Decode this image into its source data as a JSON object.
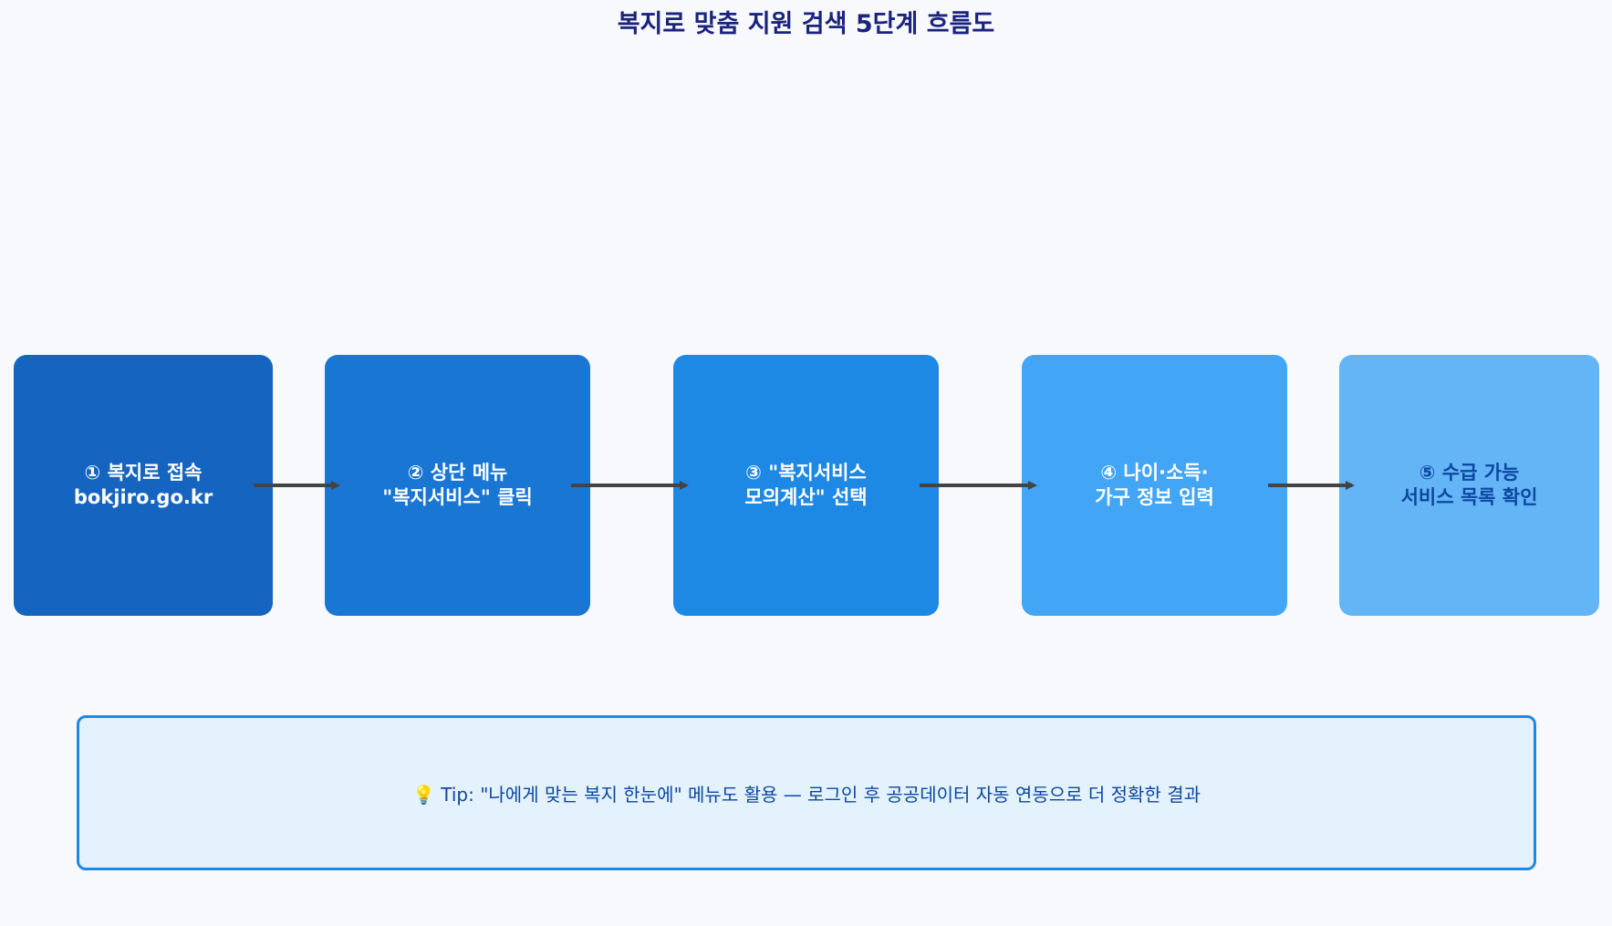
{
  "title": "복지로 맞춤 지원 검색 5단계 흐름도",
  "steps": [
    {
      "line1": "① 복지로 접속",
      "line2": "bokjiro.go.kr",
      "color": "#1565c0",
      "text_color": "#ffffff"
    },
    {
      "line1": "② 상단 메뉴",
      "line2": "\"복지서비스\" 클릭",
      "color": "#1976d2",
      "text_color": "#ffffff"
    },
    {
      "line1": "③ \"복지서비스",
      "line2": "모의계산\" 선택",
      "color": "#1e88e5",
      "text_color": "#ffffff"
    },
    {
      "line1": "④ 나이·소득·",
      "line2": "가구 정보 입력",
      "color": "#42a5f5",
      "text_color": "#ffffff"
    },
    {
      "line1": "⑤ 수급 가능",
      "line2": "서비스 목록 확인",
      "color": "#64b5f6",
      "text_color": "#0d47a1"
    }
  ],
  "tip": "💡 Tip: \"나에게 맞는 복지 한눈에\" 메뉴도 활용 — 로그인 후 공공데이터 자동 연동으로 더 정확한 결과",
  "colors": {
    "title": "#1a237e",
    "arrow": "#444444",
    "tip_border": "#1e88e5",
    "tip_background": "#e3f2fd",
    "page_background": "#f7f9fc"
  }
}
